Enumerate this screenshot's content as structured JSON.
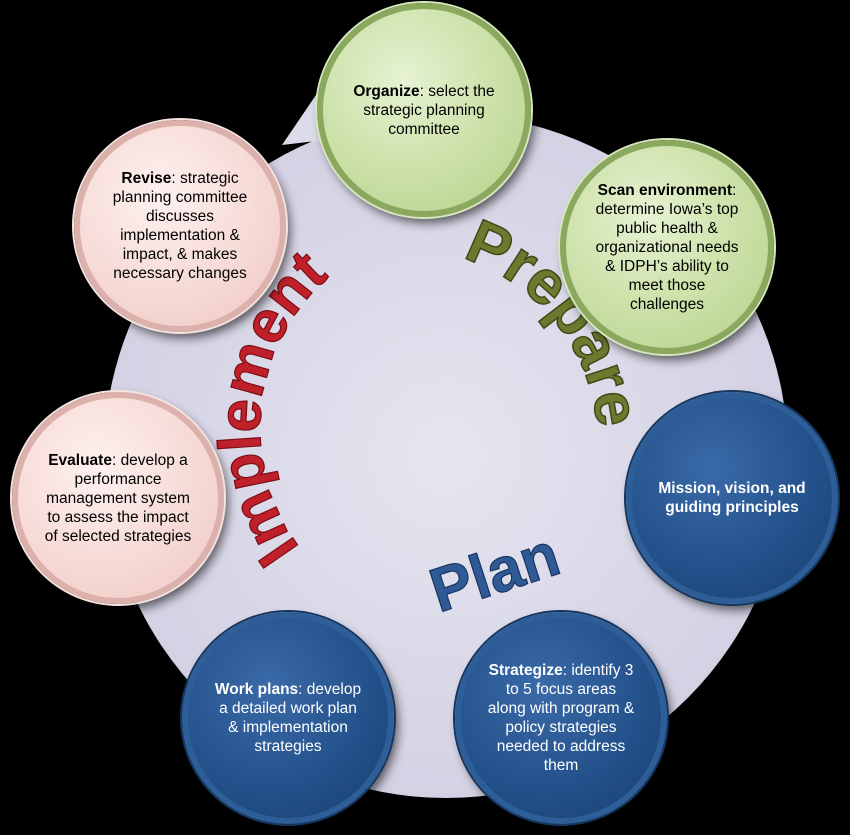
{
  "labels": {
    "prepare": "Prepare",
    "plan": "Plan",
    "implement": "Implement"
  },
  "colors": {
    "background": "#000000",
    "ring": "#dcdbe9",
    "prepare": "#6b7a2e",
    "plan": "#2f5a96",
    "implement": "#c0202a"
  },
  "nodes": {
    "organize": {
      "keyword": "Organize",
      "text": ": select the strategic planning committee"
    },
    "scan": {
      "keyword": "Scan environment",
      "text": ": determine Iowa’s top public health & organizational needs & IDPH’s ability to meet those challenges"
    },
    "mission": {
      "text": "Mission, vision, and guiding principles"
    },
    "strategize": {
      "keyword": "Strategize",
      "text": ": identify 3 to 5 focus areas along with program & policy strategies needed to address them"
    },
    "workplans": {
      "keyword": "Work plans",
      "text": ": develop a detailed work plan & implementation strategies"
    },
    "evaluate": {
      "keyword": "Evaluate",
      "text": ": develop a performance management system to assess  the impact of selected strategies"
    },
    "revise": {
      "keyword": "Revise",
      "text": ":  strategic planning committee discusses implementation & impact, & makes necessary changes"
    }
  }
}
